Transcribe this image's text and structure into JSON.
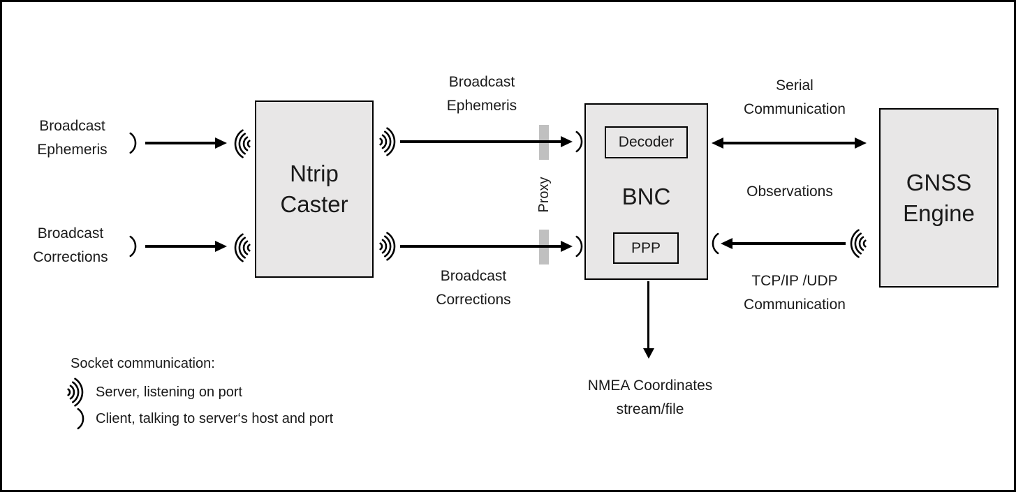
{
  "boxes": {
    "ntrip_caster": {
      "line1": "Ntrip",
      "line2": "Caster"
    },
    "bnc": {
      "label": "BNC",
      "decoder": "Decoder",
      "ppp": "PPP"
    },
    "gnss_engine": {
      "line1": "GNSS",
      "line2": "Engine"
    }
  },
  "labels": {
    "broadcast_ephemeris_left": {
      "line1": "Broadcast",
      "line2": "Ephemeris"
    },
    "broadcast_corrections_left": {
      "line1": "Broadcast",
      "line2": "Corrections"
    },
    "broadcast_ephemeris_mid": {
      "line1": "Broadcast",
      "line2": "Ephemeris"
    },
    "broadcast_corrections_mid": {
      "line1": "Broadcast",
      "line2": "Corrections"
    },
    "serial_communication": {
      "line1": "Serial",
      "line2": "Communication"
    },
    "observations": "Observations",
    "tcpip_udp_communication": {
      "line1": "TCP/IP /UDP",
      "line2": "Communication"
    },
    "proxy": "Proxy",
    "nmea_output": {
      "line1": "NMEA Coordinates",
      "line2": "stream/file"
    }
  },
  "legend": {
    "title": "Socket communication:",
    "server_item": "Server, listening on port",
    "client_item": "Client, talking to server‘s host and port"
  },
  "icons": {
    "server_socket": "radiating-waves-icon",
    "client_socket": "single-arc-icon"
  },
  "colors": {
    "box_fill": "#e8e7e7",
    "proxy_bar": "#c0c0c0",
    "line": "#000000",
    "text": "#1a1a1a",
    "background": "#ffffff"
  }
}
